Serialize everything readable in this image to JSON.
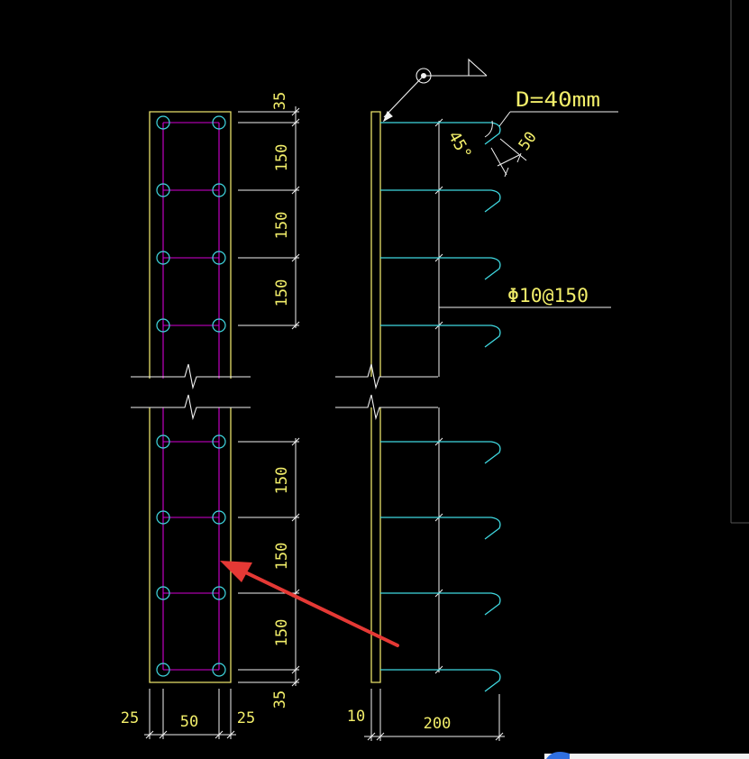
{
  "colors": {
    "background": "#000000",
    "plate": "#e8e06a",
    "dimension": "#f2f2f2",
    "dimension_text": "#f2ee6a",
    "embed_grid": "#d400d4",
    "stud_circles": "#3fd8e0",
    "stud_bars": "#3fd8e0",
    "arrow": "#e53935"
  },
  "left_view": {
    "dimensions_vertical_top": [
      "35",
      "150",
      "150",
      "150"
    ],
    "dimensions_vertical_bottom": [
      "150",
      "150",
      "150",
      "35"
    ],
    "dimensions_horizontal": [
      "25",
      "50",
      "25"
    ]
  },
  "right_view": {
    "weld_note": "D=40mm",
    "angle_label": "45°",
    "hook_length": "50",
    "stud_spec": "Φ10@150",
    "plate_thickness": "10",
    "stud_length": "200"
  }
}
